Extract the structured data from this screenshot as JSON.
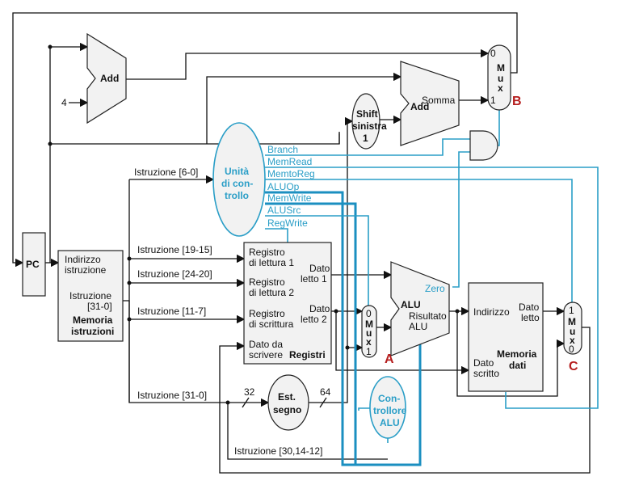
{
  "labels": {
    "pc": "PC",
    "add_top": "Add",
    "four": "4",
    "add_branch": "Add",
    "somma": "Somma",
    "shift_1": "Shift",
    "shift_2": "sinistra",
    "shift_3": "1",
    "mux": "Mux",
    "mux_top_0": "0",
    "mux_top_1": "1",
    "mux_alu_0": "0",
    "mux_alu_1": "1",
    "mux_mem_1": "1",
    "mux_mem_0": "0",
    "cu_1": "Unità",
    "cu_2": "di con-",
    "cu_3": "trollo",
    "branch": "Branch",
    "memread": "MemRead",
    "memtoreg": "MemtoReg",
    "aluop": "ALUOp",
    "memwrite": "MemWrite",
    "alusrc": "ALUSrc",
    "regwrite": "RegWrite",
    "instr_6_0": "Istruzione [6-0]",
    "instr_19_15": "Istruzione [19-15]",
    "instr_24_20": "Istruzione [24-20]",
    "instr_11_7": "Istruzione [11-7]",
    "instr_31_0": "Istruzione [31-0]",
    "instr_30": "Istruzione [30,14-12]",
    "im_1": "Indirizzo",
    "im_2": "istruzione",
    "im_3": "Istruzione",
    "im_4": "[31-0]",
    "im_5": "Memoria",
    "im_6": "istruzioni",
    "rf_r1a": "Registro",
    "rf_r1b": "di lettura 1",
    "rf_r2a": "Registro",
    "rf_r2b": "di lettura 2",
    "rf_wa": "Registro",
    "rf_wb": "di scrittura",
    "rf_da": "Dato da",
    "rf_db": "scrivere",
    "rf_name": "Registri",
    "rf_o1a": "Dato",
    "rf_o1b": "letto 1",
    "rf_o2a": "Dato",
    "rf_o2b": "letto 2",
    "alu": "ALU",
    "zero": "Zero",
    "risultato": "Risultato",
    "risultato_2": "ALU",
    "dm_addr": "Indirizzo",
    "dm_out_a": "Dato",
    "dm_out_b": "letto",
    "dm_in_a": "Dato",
    "dm_in_b": "scritto",
    "dm_name_a": "Memoria",
    "dm_name_b": "dati",
    "est_1": "Est.",
    "est_2": "segno",
    "w32": "32",
    "w64": "64",
    "ac_1": "Con-",
    "ac_2": "trollore",
    "ac_3": "ALU",
    "mark_a": "A",
    "mark_b": "B",
    "mark_c": "C"
  },
  "colors": {
    "control": "#2a9ec7",
    "marker": "#b51d1d",
    "box": "#f2f2f2"
  }
}
